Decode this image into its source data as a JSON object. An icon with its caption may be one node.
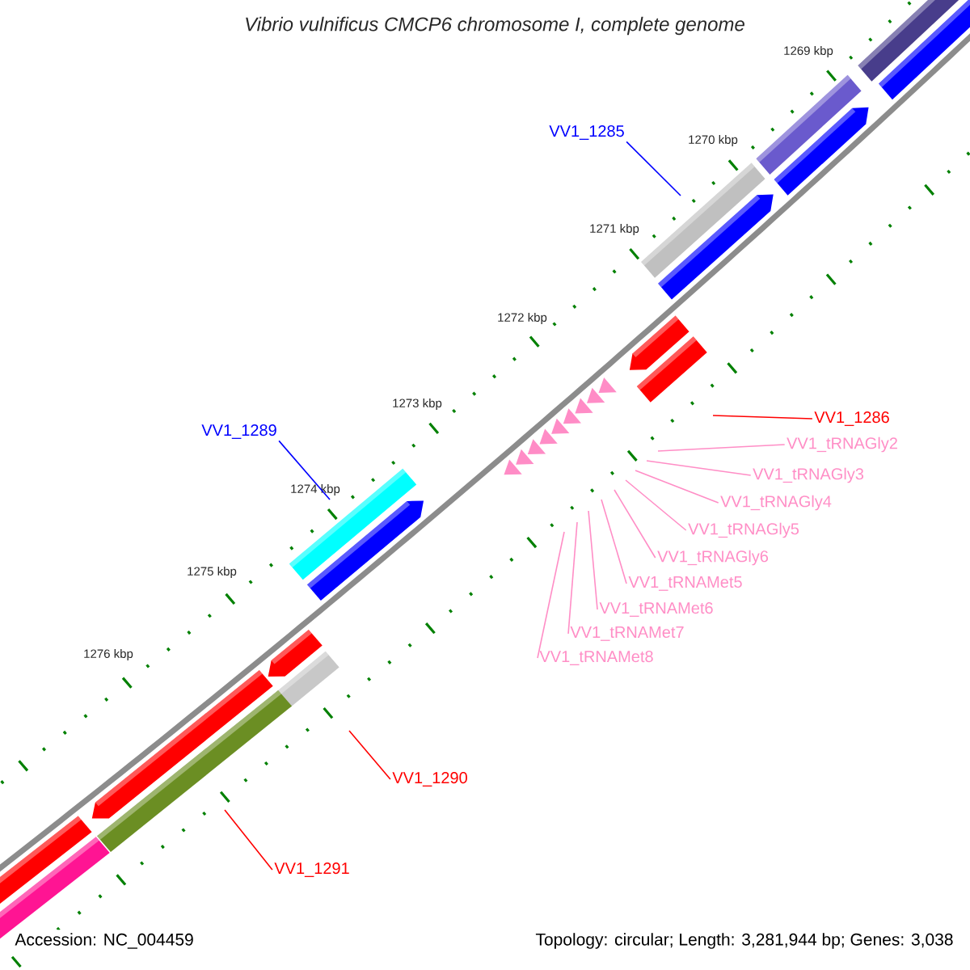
{
  "diagram": {
    "title": "Vibrio vulnificus CMCP6 chromosome I, complete genome",
    "nodes": [
      {
        "text": [
          "VV1_1285"
        ]
      },
      {
        "text": [
          "VV1_1286"
        ]
      },
      {
        "text": [
          "VV1_1289"
        ]
      },
      {
        "text": [
          "VV1_tRNAGly2"
        ]
      },
      {
        "text": [
          "VV1_tRNAGly3"
        ]
      },
      {
        "text": [
          "VV1_tRNAGly4"
        ]
      },
      {
        "text": [
          "VV1_tRNAGly5"
        ]
      },
      {
        "text": [
          "VV1_tRNAGly6"
        ]
      },
      {
        "text": [
          "VV1_tRNAMet5"
        ]
      },
      {
        "text": [
          "VV1_tRNAMet6"
        ]
      },
      {
        "text": [
          "VV1_tRNAMet7"
        ]
      },
      {
        "text": [
          "VV1_tRNAMet8"
        ]
      },
      {
        "text": [
          "VV1_1290"
        ]
      },
      {
        "text": [
          "VV1_1291"
        ]
      }
    ],
    "edges": [
      {
        "from": 0,
        "to": null,
        "arrow": "none",
        "color": "#0000ff"
      },
      {
        "from": 1,
        "to": null,
        "arrow": "none",
        "color": "#ff0000"
      },
      {
        "from": 2,
        "to": null,
        "arrow": "none",
        "color": "#0000ff"
      },
      {
        "from": 3,
        "to": null,
        "arrow": "none"
      },
      {
        "from": 4,
        "to": null,
        "arrow": "none"
      },
      {
        "from": 5,
        "to": null,
        "arrow": "none"
      },
      {
        "from": 6,
        "to": null,
        "arrow": "none"
      },
      {
        "from": 7,
        "to": null,
        "arrow": "none"
      },
      {
        "from": 8,
        "to": null,
        "arrow": "none"
      },
      {
        "from": 9,
        "to": null,
        "arrow": "none"
      },
      {
        "from": 10,
        "to": null,
        "arrow": "none"
      },
      {
        "from": 11,
        "to": null,
        "arrow": "none"
      },
      {
        "from": 12,
        "to": null,
        "arrow": "none",
        "color": "#ff0000"
      },
      {
        "from": 13,
        "to": null,
        "arrow": "none",
        "color": "#ff0000"
      }
    ],
    "labels": [
      "1269 kbp",
      "1270 kbp",
      "1271 kbp",
      "1272 kbp",
      "1273 kbp",
      "1274 kbp",
      "1275 kbp",
      "1276 kbp",
      "Accession: NC_004459",
      "Topology: circular; Length: 3,281,944 bp; Genes: 3,038"
    ]
  }
}
